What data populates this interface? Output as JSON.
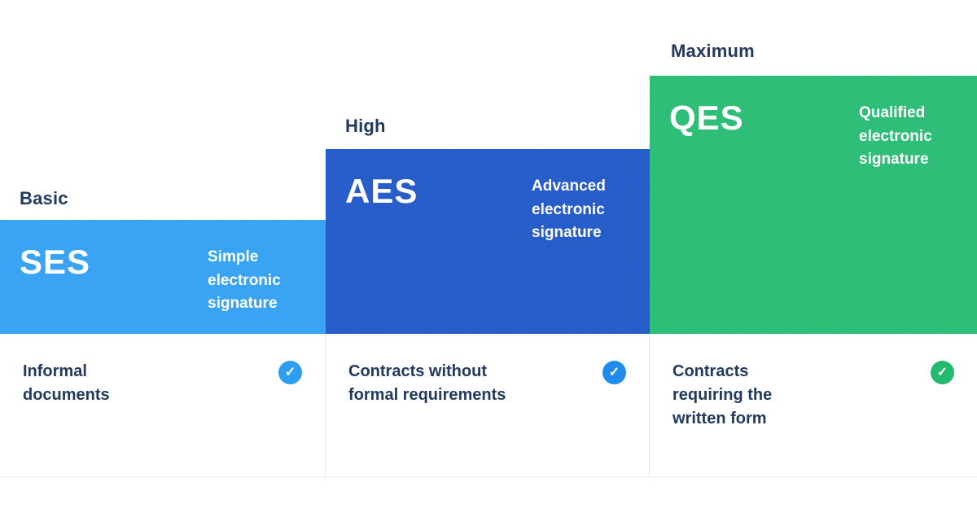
{
  "columns": [
    {
      "level_label": "Basic",
      "acronym": "SES",
      "description": "Simple electronic signature",
      "use_case": "Informal documents",
      "block_color": "#2D9EF2",
      "check_color": "#2D9EF2",
      "check_glyph": "✓"
    },
    {
      "level_label": "High",
      "acronym": "AES",
      "description": "Advanced electronic signature",
      "use_case": "Contracts without formal requirements",
      "block_color": "#1A53C6",
      "check_color": "#1F8CEC",
      "check_glyph": "✓"
    },
    {
      "level_label": "Maximum",
      "acronym": "QES",
      "description": "Qualified electronic signature",
      "use_case": "Contracts requiring the written form",
      "block_color": "#21BA6F",
      "check_color": "#21BA6F",
      "check_glyph": "✓"
    }
  ],
  "colors": {
    "text_navy": "#213A5E",
    "background": "#FFFFFF",
    "divider": "#E7E7E7"
  }
}
